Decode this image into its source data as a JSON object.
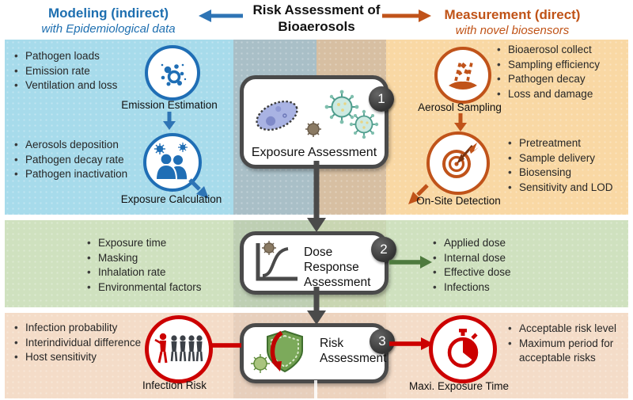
{
  "title": {
    "line1": "Risk Assessment of",
    "line2": "Bioaerosols"
  },
  "headers": {
    "modeling": {
      "title": "Modeling (indirect)",
      "subtitle": "with Epidemiological data"
    },
    "measurement": {
      "title": "Measurement (direct)",
      "subtitle": "with novel biosensors"
    }
  },
  "steps": [
    {
      "number": "1",
      "label": "Exposure Assessment"
    },
    {
      "number": "2",
      "label": "Dose Response Assessment"
    },
    {
      "number": "3",
      "label": "Risk Assessment"
    }
  ],
  "modeling": {
    "emission": {
      "bullets": [
        "Pathogen loads",
        "Emission rate",
        "Ventilation and loss"
      ],
      "label": "Emission Estimation"
    },
    "exposure": {
      "bullets": [
        "Aerosols deposition",
        "Pathogen decay rate",
        "Pathogen inactivation"
      ],
      "label": "Exposure Calculation"
    }
  },
  "measurement": {
    "sampling": {
      "bullets": [
        "Bioaerosol collect",
        "Sampling efficiency",
        "Pathogen decay",
        "Loss and damage"
      ],
      "label": "Aerosol Sampling"
    },
    "detection": {
      "bullets": [
        "Pretreatment",
        "Sample delivery",
        "Biosensing",
        "Sensitivity and LOD"
      ],
      "label": "On-Site Detection"
    }
  },
  "dose": {
    "left_bullets": [
      "Exposure time",
      "Masking",
      "Inhalation rate",
      "Environmental factors"
    ],
    "right_bullets": [
      "Applied dose",
      "Internal dose",
      "Effective dose",
      "Infections"
    ]
  },
  "risk": {
    "left": {
      "bullets": [
        "Infection probability",
        "Interindividual difference",
        "Host sensitivity"
      ],
      "label": "Infection Risk"
    },
    "right": {
      "bullets": [
        "Acceptable risk level",
        "Maximum period for acceptable risks"
      ],
      "label": "Maxi. Exposure Time"
    }
  },
  "colors": {
    "modeling_accent": "#1e6fb0",
    "measurement_accent": "#c05317",
    "risk_accent": "#cc0000",
    "box_border": "#4a4a4a",
    "band_blue": "#a7dbeb",
    "band_orange": "#f9d8a4",
    "band_green": "#cfe1bf",
    "band_pink": "#f4dcc8",
    "strip_gray": "#a9bfc7",
    "strip_tan": "#d7bfa2",
    "green_arrow": "#4e7a3e"
  }
}
